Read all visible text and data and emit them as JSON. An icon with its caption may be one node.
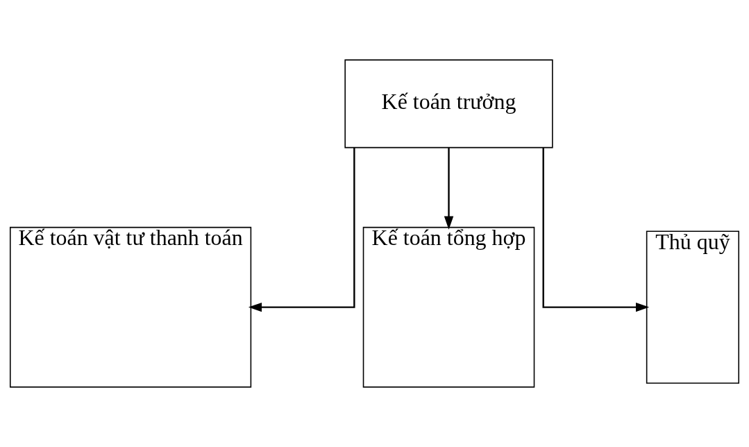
{
  "diagram": {
    "nodes": [
      {
        "text": [
          "Kế toán trưởng"
        ]
      },
      {
        "text": [
          "Kế toán vật tư thanh toán"
        ]
      },
      {
        "text": [
          "Kế toán tổng hợp"
        ]
      },
      {
        "text": [
          "Thủ quỹ"
        ]
      }
    ],
    "edges": [
      {
        "from": 0,
        "to": 1,
        "arrow": "to"
      },
      {
        "from": 0,
        "to": 2,
        "arrow": "to"
      },
      {
        "from": 0,
        "to": 3,
        "arrow": "to"
      }
    ]
  }
}
